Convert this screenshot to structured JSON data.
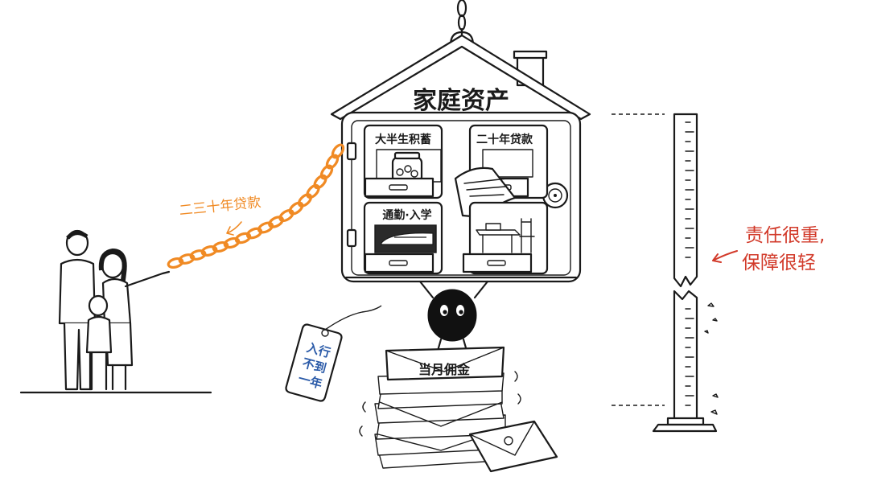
{
  "house": {
    "title": "家庭资产"
  },
  "drawers": {
    "savings": "大半生积蓄",
    "loan": "二十年贷款",
    "commute": "通勤·入学"
  },
  "chain_label": "二三十年贷款",
  "tag": {
    "line1": "入行",
    "line2": "不到",
    "line3": "一年"
  },
  "envelope_label": "当月佣金",
  "annotation": {
    "line1": "责任很重,",
    "line2": "保障很轻"
  },
  "colors": {
    "ink": "#1a1a1a",
    "chain": "#f08a24",
    "annotation": "#d23a2a",
    "tag_text": "#2a5aa8"
  }
}
